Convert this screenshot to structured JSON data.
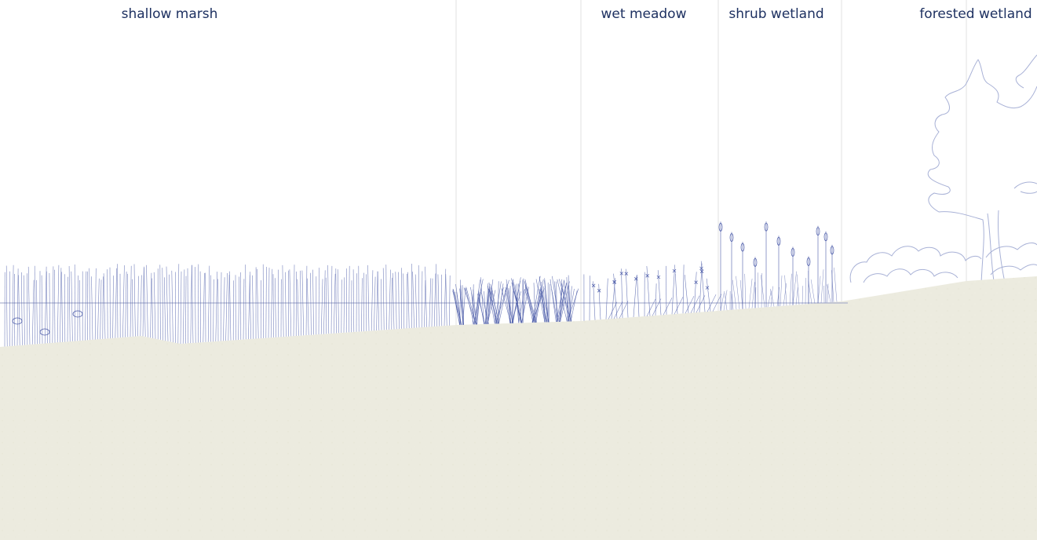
{
  "zones": [
    {
      "id": "shallow-marsh",
      "label": "shallow marsh"
    },
    {
      "id": "wet-meadow",
      "label": "wet meadow"
    },
    {
      "id": "shrub-wetland",
      "label": "shrub wetland"
    },
    {
      "id": "forested-wetland",
      "label": "forested wetland"
    }
  ],
  "colors": {
    "ink": "#1e3161",
    "plant_stroke": "#4a5aa8",
    "soil": "#ecebdf",
    "divider": "#e0e0e0",
    "water_line": "#9aa2c4",
    "tree_stroke": "#a8b1d6"
  }
}
